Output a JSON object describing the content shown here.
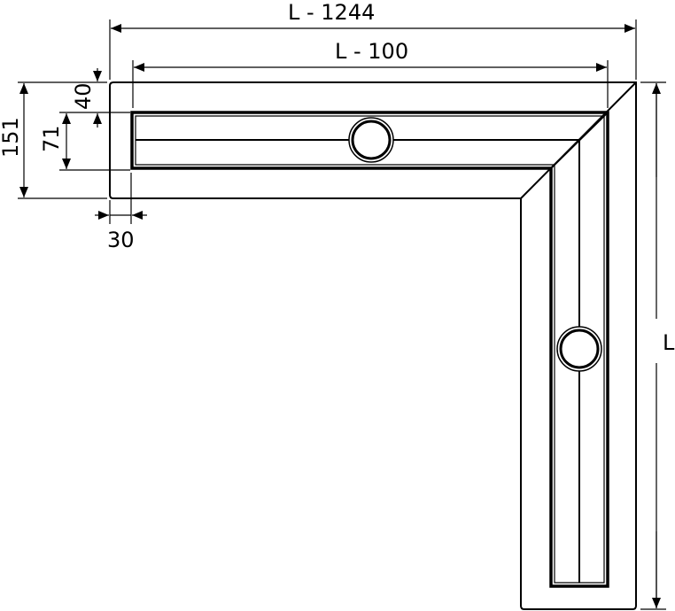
{
  "diagram": {
    "type": "technical-drawing",
    "subject": "L-shaped corner shower drain channel (top view)",
    "colors": {
      "line": "#000000",
      "background": "#ffffff"
    },
    "dimensions": {
      "overall_width": "L - 1244",
      "channel_length": "L - 100",
      "overall_height": "L",
      "frame_depth": "151",
      "channel_width": "71",
      "top_offset": "40",
      "side_offset": "30"
    },
    "components": [
      {
        "name": "outer-frame",
        "shape": "L-profile with mitred corner"
      },
      {
        "name": "drain-channel",
        "shape": "L-profile inner channel"
      },
      {
        "name": "drain-outlet-horizontal",
        "shape": "circle"
      },
      {
        "name": "drain-outlet-vertical",
        "shape": "circle"
      }
    ]
  }
}
